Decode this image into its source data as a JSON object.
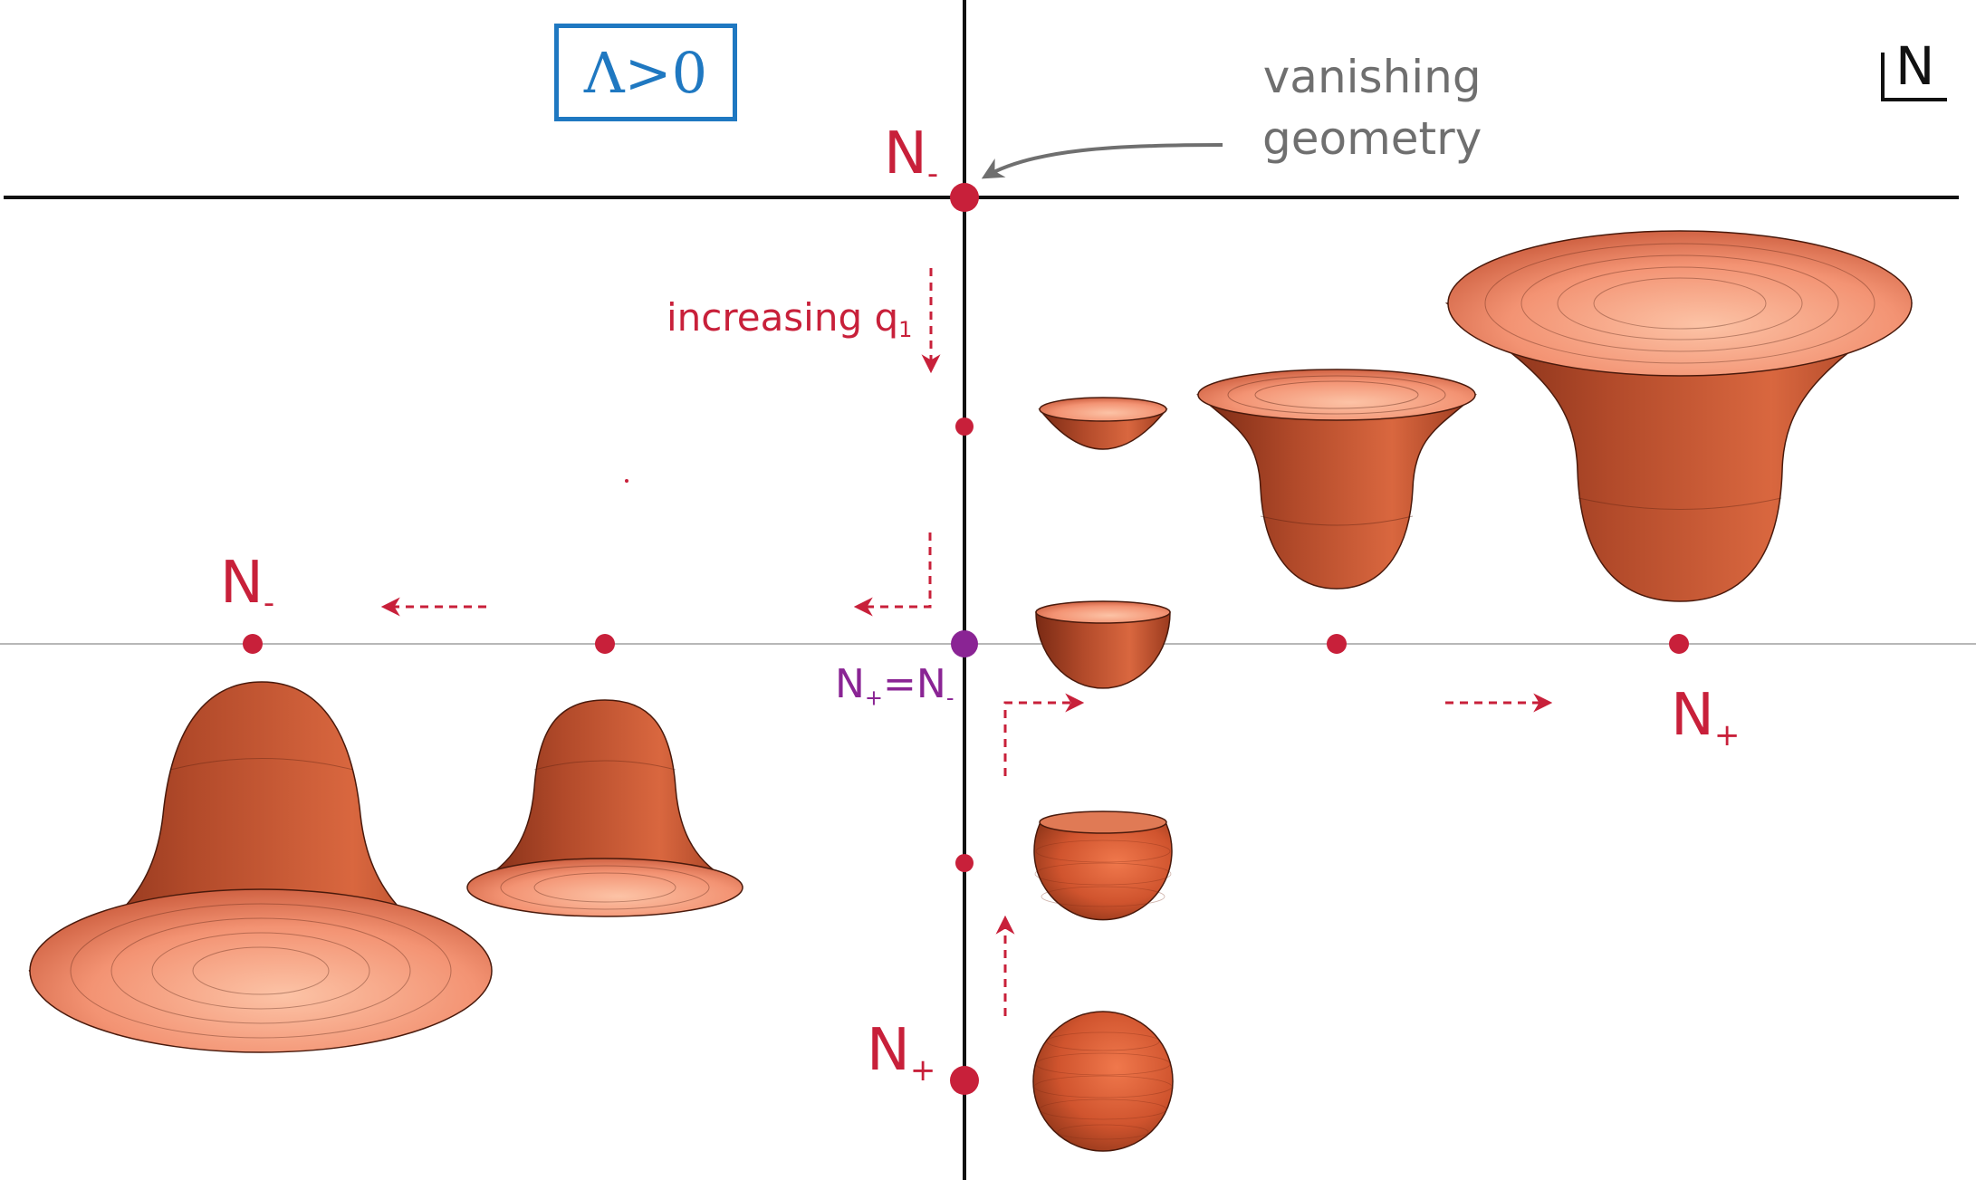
{
  "lambda_label": "Λ>0",
  "vanishing_label": "vanishing\ngeometry",
  "increasing_label": {
    "text": "increasing q",
    "sub": "1"
  },
  "n_axis_label": "N",
  "n_minus_top": {
    "main": "N",
    "sub": "-"
  },
  "n_minus_left": {
    "main": "N",
    "sub": "-"
  },
  "n_plus_bottom": {
    "main": "N",
    "sub": "+"
  },
  "n_plus_right": {
    "main": "N",
    "sub": "+"
  },
  "n_equal": {
    "a": "N",
    "sa": "+",
    "eq": "=N",
    "sb": "-"
  },
  "colors": {
    "axis": "#111111",
    "horizon": "#b8b8b8",
    "red": "#c8203a",
    "purple": "#8a2494",
    "gray": "#6f6f6f",
    "blue": "#1f78c1",
    "surface_light": "#f59a78",
    "surface_dark": "#8a3018"
  }
}
